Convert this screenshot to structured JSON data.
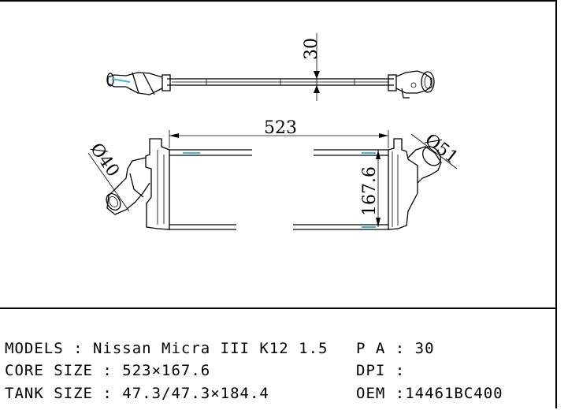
{
  "dimensions": {
    "thickness": "30",
    "core_width": "523",
    "core_height": "167.6",
    "inlet_diameter": "Ø40",
    "outlet_diameter": "Ø51"
  },
  "specs": {
    "models": "MODELS : Nissan Micra III K12 1.5",
    "core_size": "CORE SIZE : 523×167.6",
    "tank_size": "TANK SIZE : 47.3/47.3×184.4",
    "pa": "P A : 30",
    "dpi": "DPI :",
    "oem": "OEM :14461BC400"
  },
  "colors": {
    "line": "#000000",
    "accent": "#3fb6d9"
  }
}
